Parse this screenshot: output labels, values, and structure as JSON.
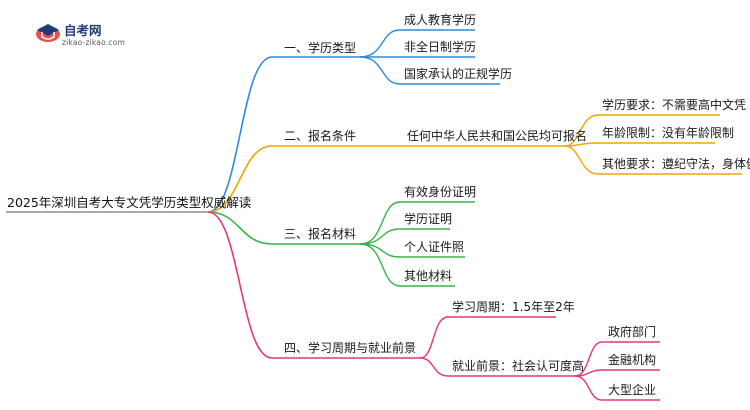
{
  "logo": {
    "title": "自考网",
    "subtitle": "zikao-zikao.com"
  },
  "root": "2025年深圳自考大专文凭学历类型权威解读",
  "colors": {
    "blue": "#2f8bd8",
    "orange": "#f0a500",
    "green": "#37b34a",
    "pink": "#e8357a"
  },
  "branches": [
    {
      "label": "一、学历类型",
      "children": [
        "成人教育学历",
        "非全日制学历",
        "国家承认的正规学历"
      ]
    },
    {
      "label": "二、报名条件",
      "sub": "任何中华人民共和国公民均可报名",
      "children": [
        "学历要求：不需要高中文凭",
        "年龄限制：没有年龄限制",
        "其他要求：遵纪守法，身体健康"
      ]
    },
    {
      "label": "三、报名材料",
      "children": [
        "有效身份证明",
        "学历证明",
        "个人证件照",
        "其他材料"
      ]
    },
    {
      "label": "四、学习周期与就业前景",
      "children": [
        "学习周期：1.5年至2年",
        "就业前景：社会认可度高"
      ],
      "grandchildren": [
        "政府部门",
        "金融机构",
        "大型企业"
      ]
    }
  ]
}
